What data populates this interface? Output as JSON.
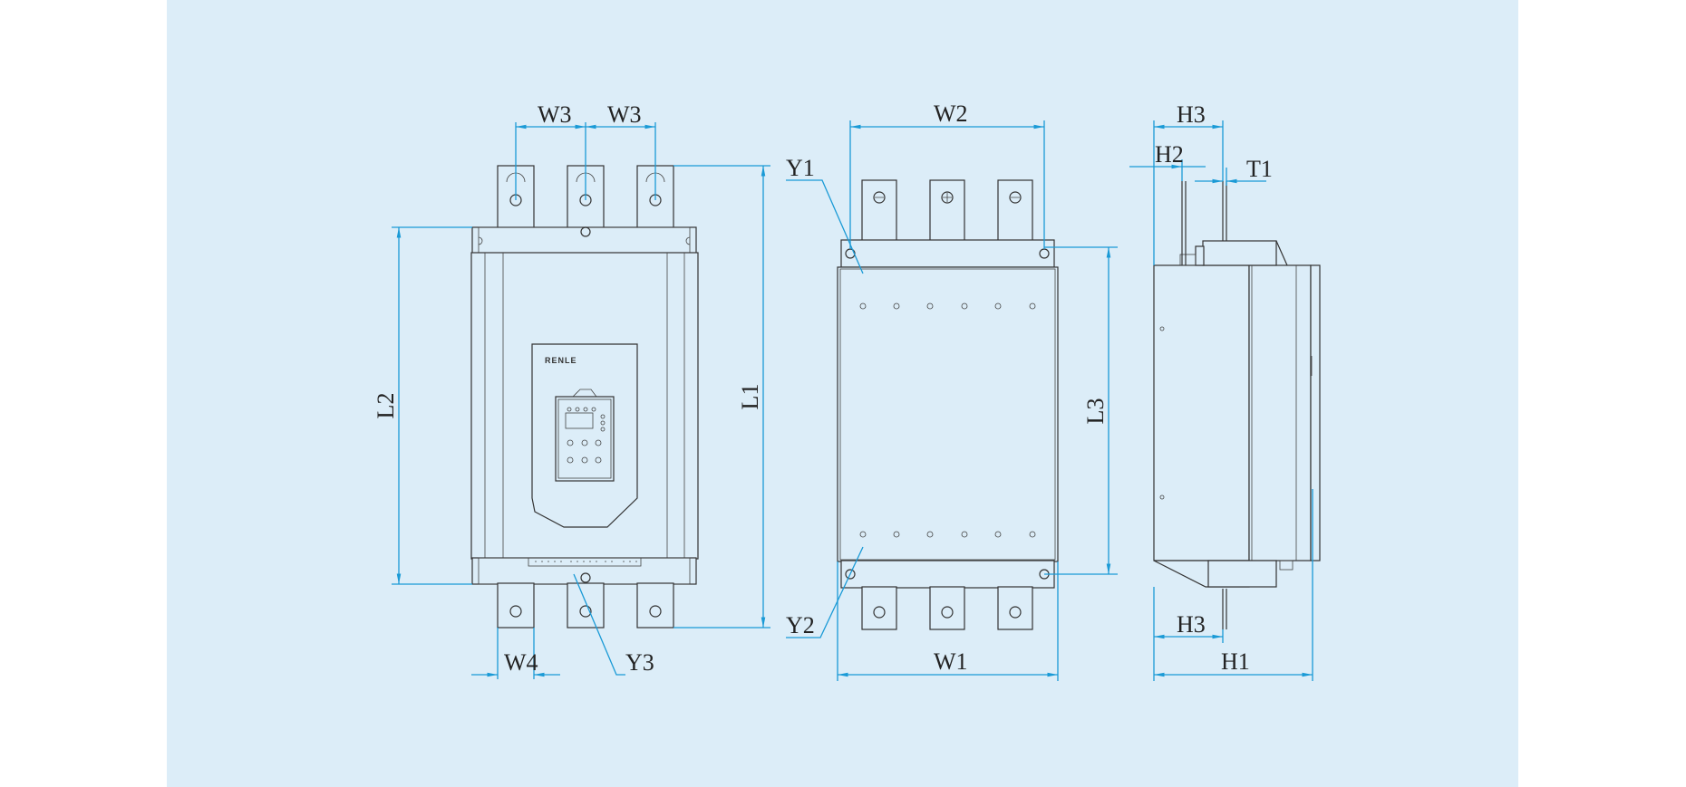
{
  "brand": "RENLE",
  "front_view": {
    "labels": {
      "w3_left": "W3",
      "w3_right": "W3",
      "w4": "W4",
      "l1": "L1",
      "l2": "L2",
      "y3": "Y3"
    }
  },
  "back_view": {
    "labels": {
      "w1": "W1",
      "w2": "W2",
      "l3": "L3",
      "y1": "Y1",
      "y2": "Y2"
    }
  },
  "side_view": {
    "labels": {
      "h1": "H1",
      "h2": "H2",
      "h3_top": "H3",
      "h3_bottom": "H3",
      "t1": "T1"
    }
  },
  "colors": {
    "background": "#dcedf8",
    "dimension_line": "#1a9ad6",
    "outline": "#333333"
  }
}
